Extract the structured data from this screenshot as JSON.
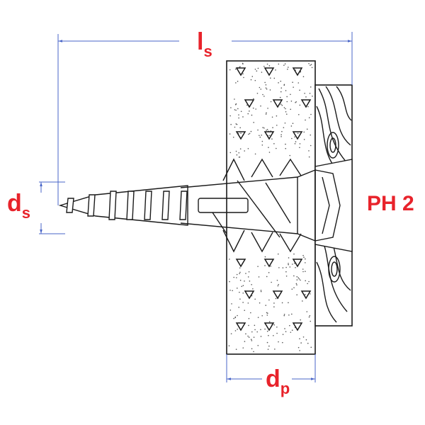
{
  "labels": {
    "screw_length": {
      "main": "l",
      "sub": "s"
    },
    "screw_diameter": {
      "main": "d",
      "sub": "s"
    },
    "plug_diameter": {
      "main": "d",
      "sub": "p"
    },
    "drive": "PH 2"
  },
  "colors": {
    "label": "#e8232b",
    "dimension": "#4a66c8",
    "line": "#1a1a1a"
  }
}
